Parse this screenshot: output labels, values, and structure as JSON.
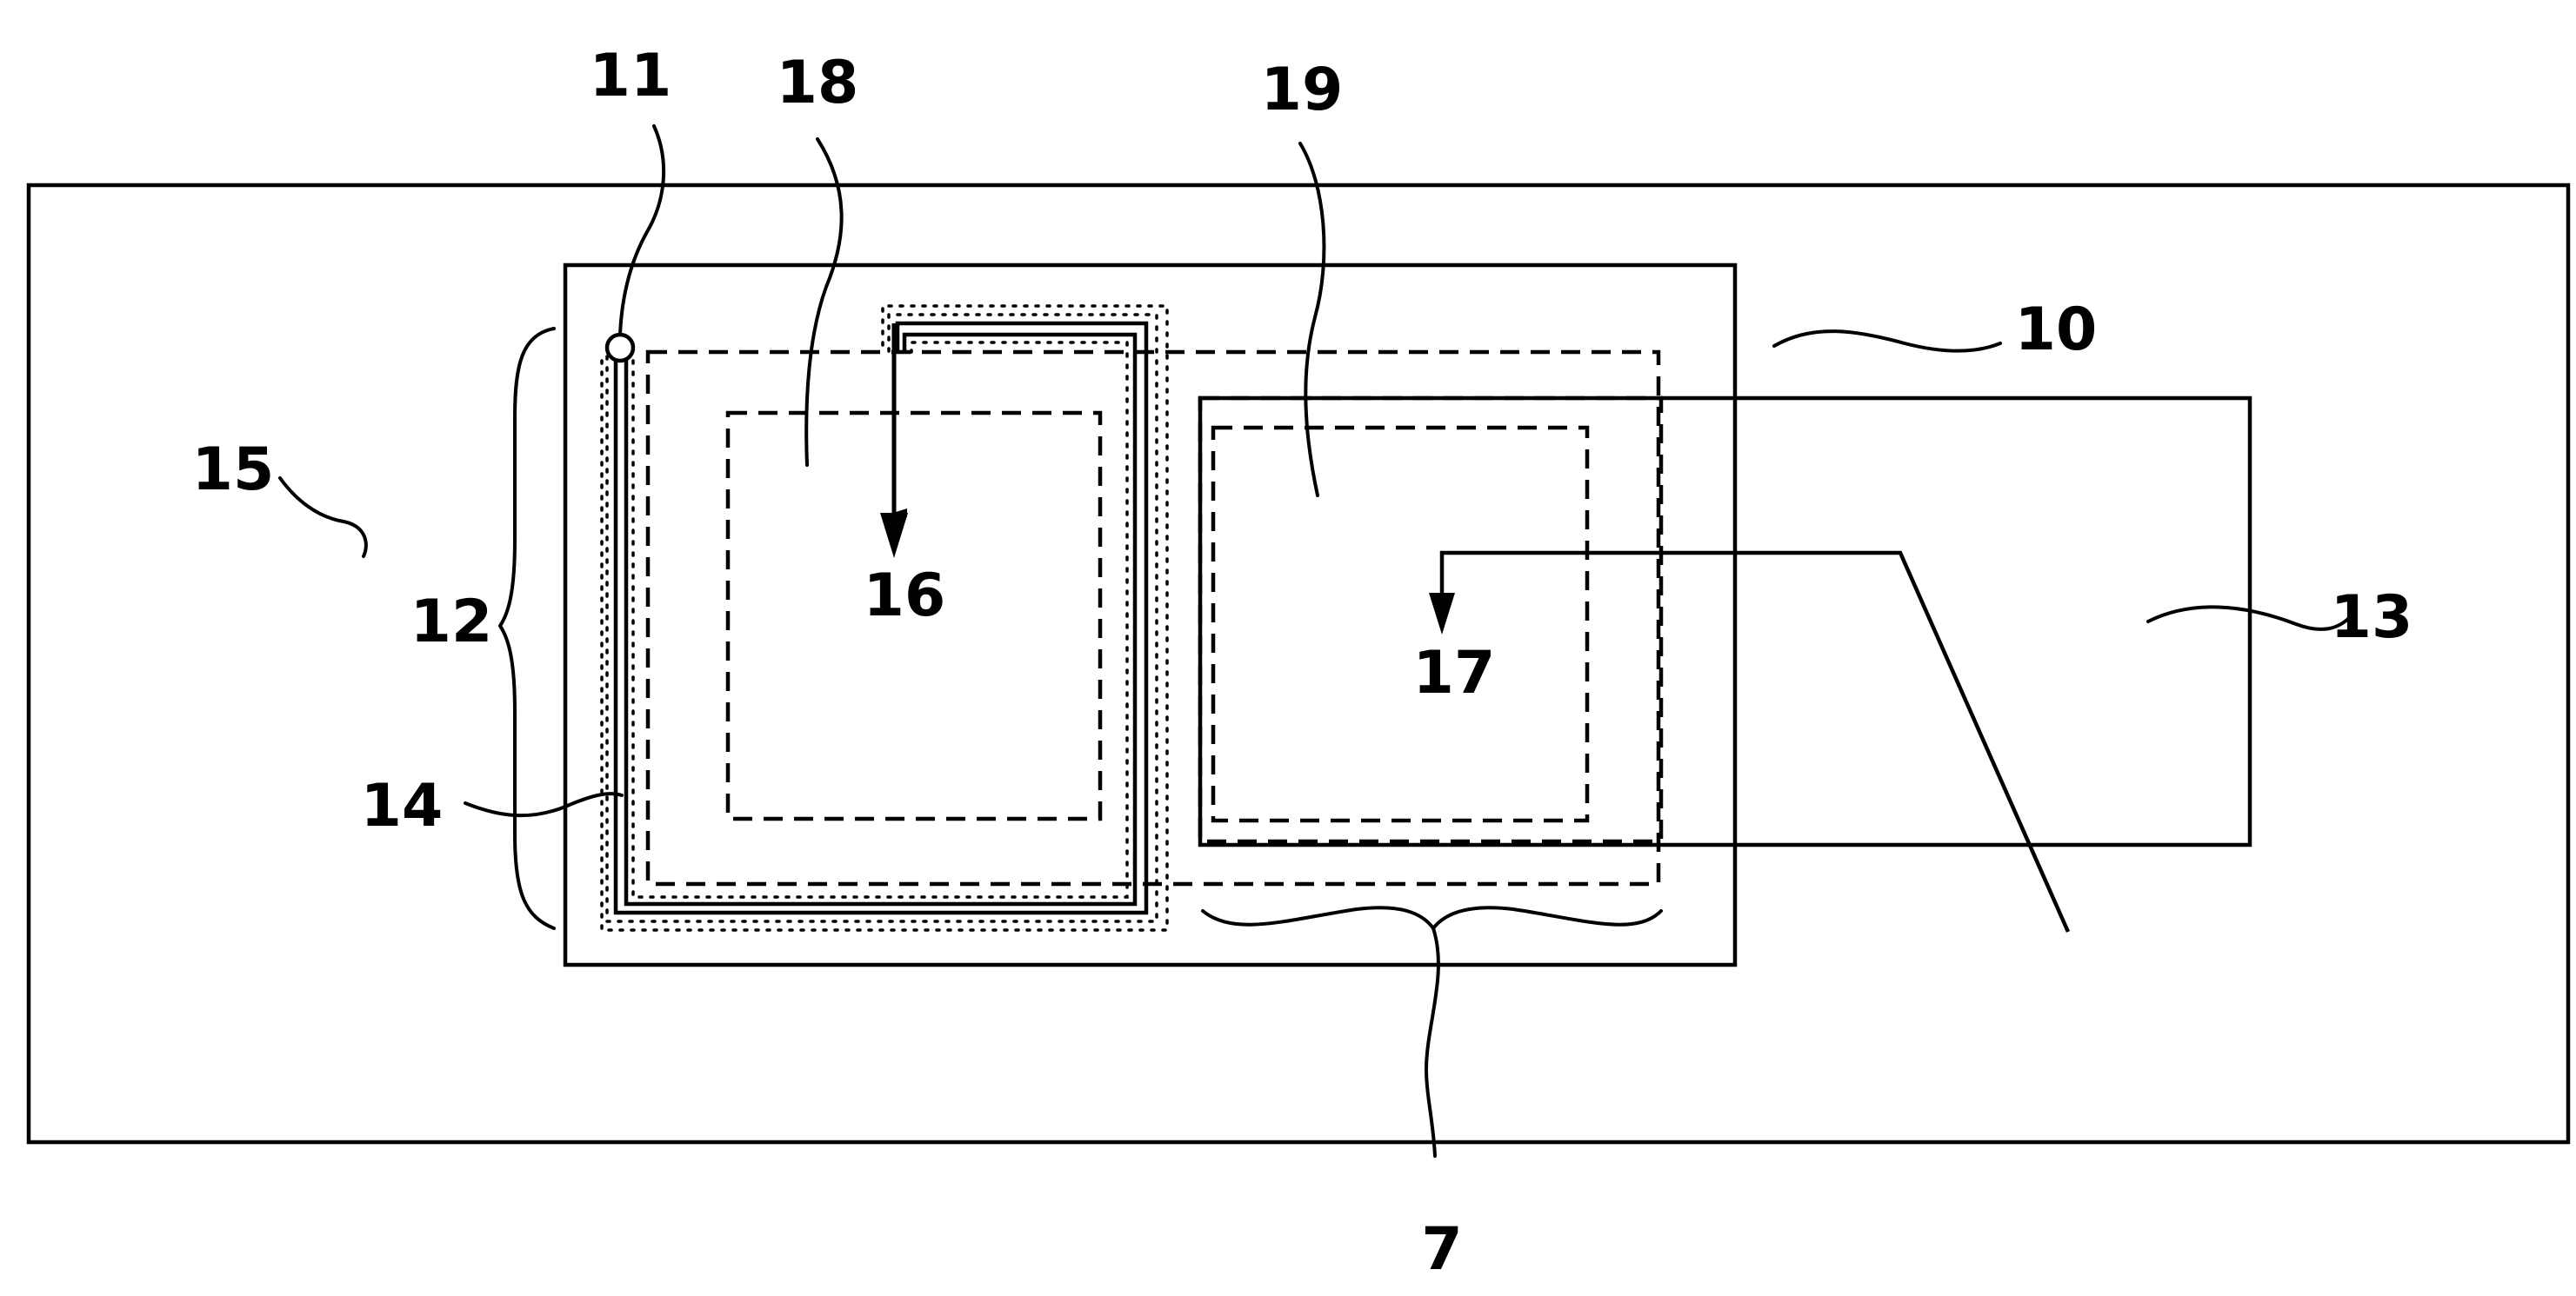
{
  "figure": {
    "labels": {
      "n7": "7",
      "n10": "10",
      "n11": "11",
      "n12": "12",
      "n13": "13",
      "n14": "14",
      "n15": "15",
      "n16": "16",
      "n17": "17",
      "n18": "18",
      "n19": "19"
    },
    "ink_color": "#000000",
    "background_color": "#ffffff"
  }
}
